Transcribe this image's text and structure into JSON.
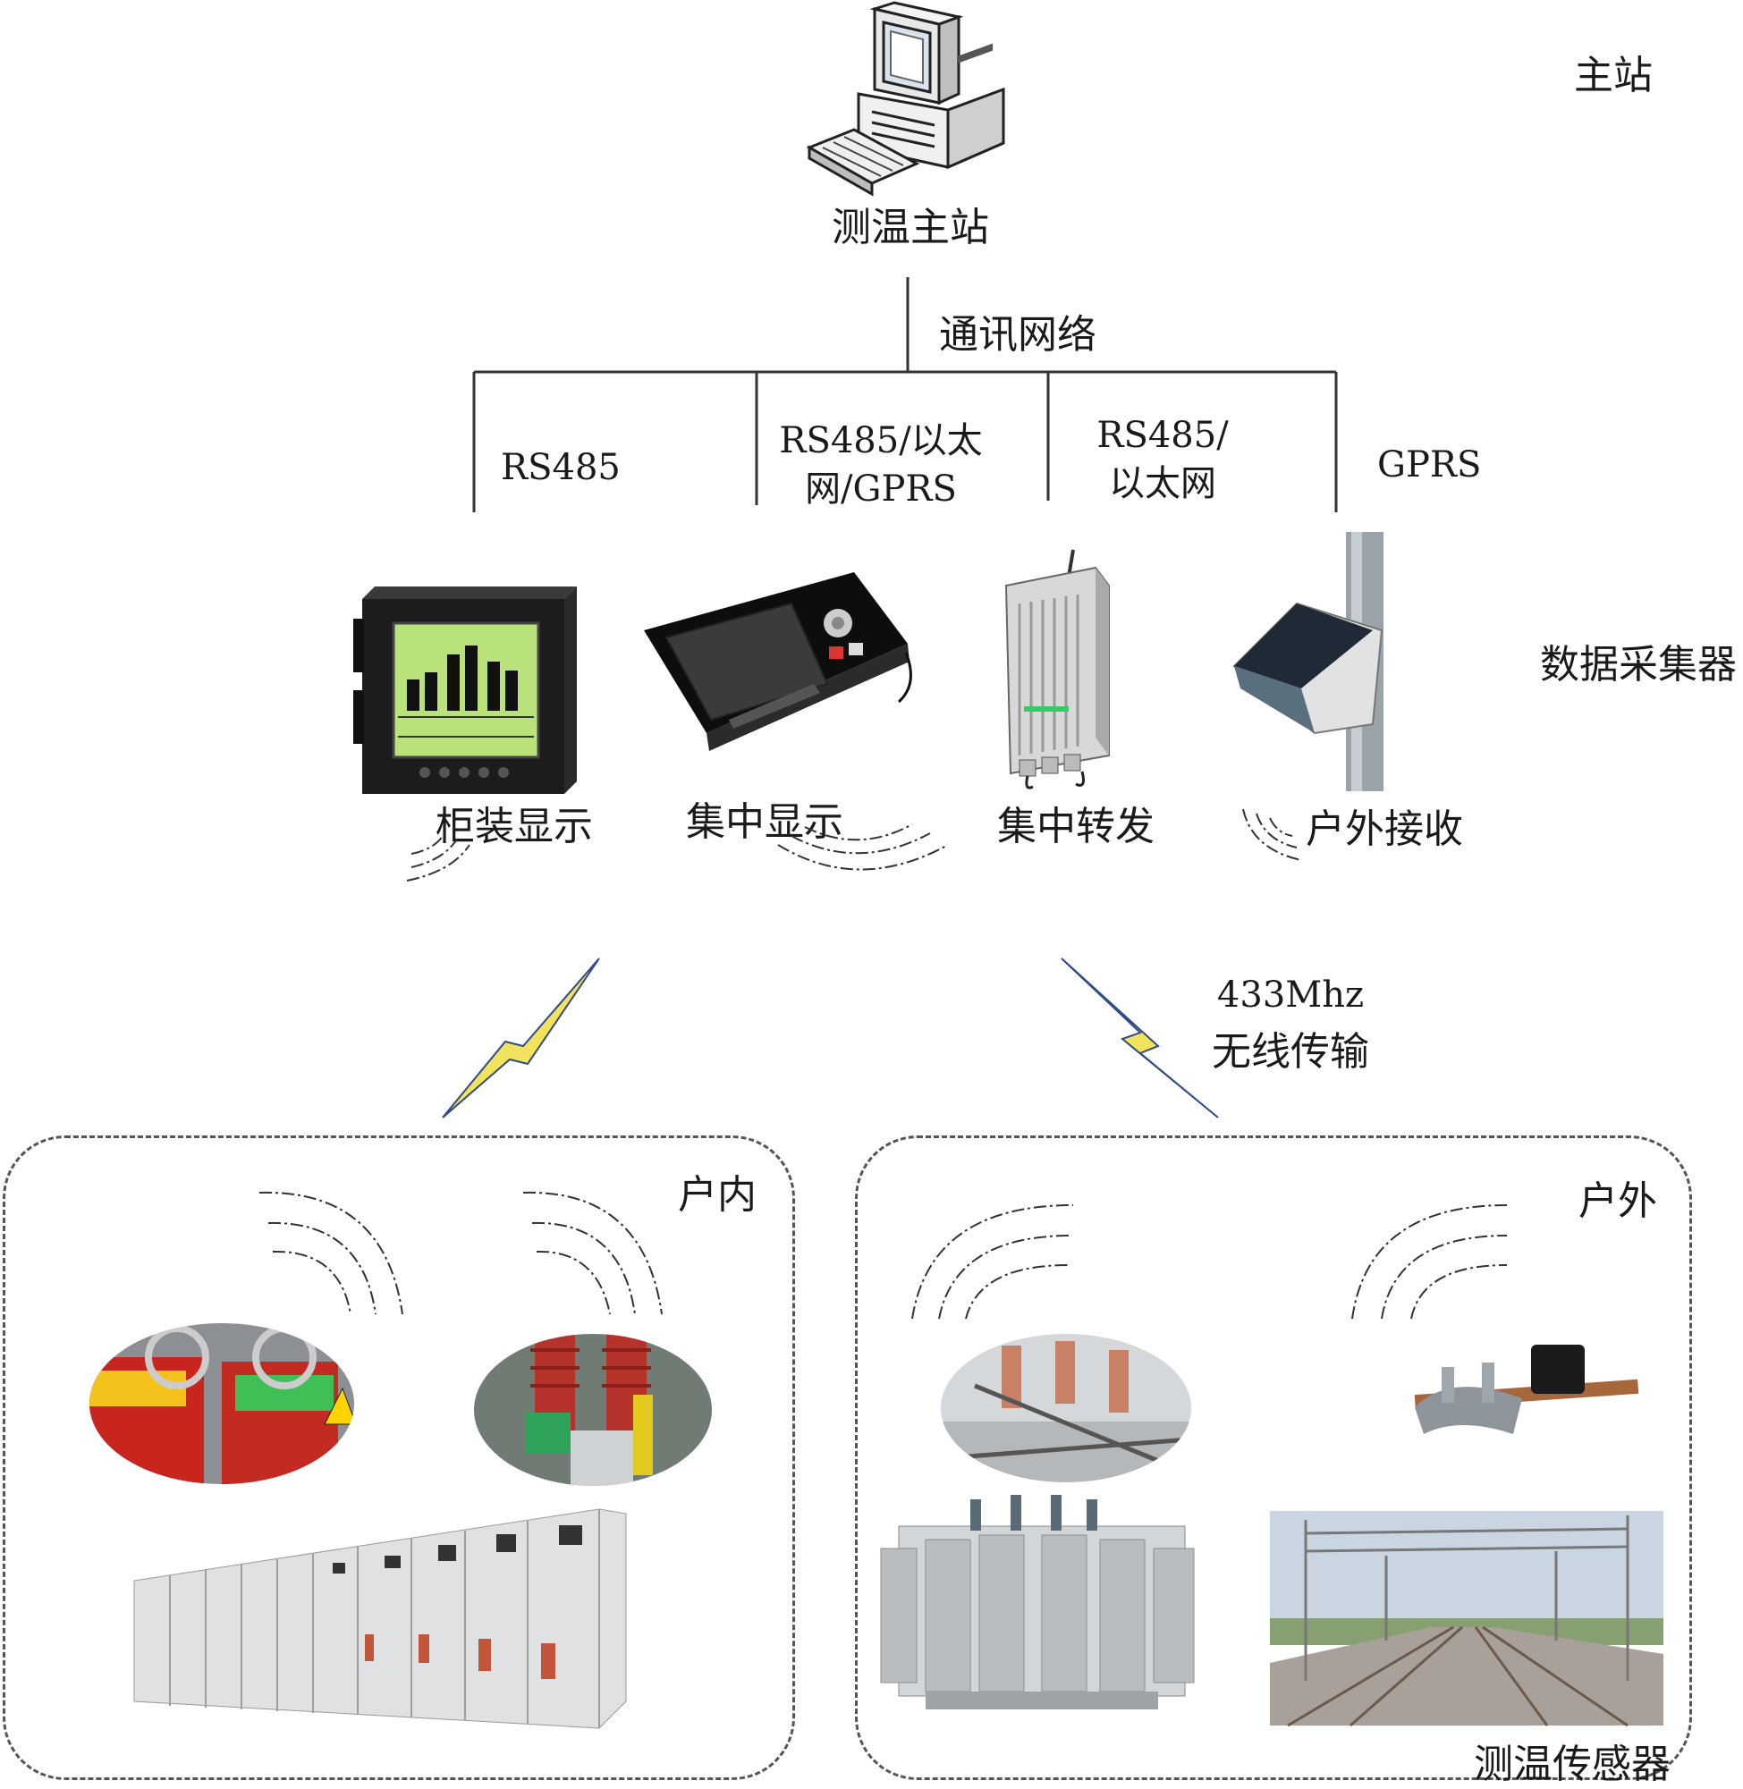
{
  "tiers": {
    "master": "主站",
    "collector": "数据采集器"
  },
  "master_station": {
    "label": "测温主站",
    "icon": "desktop-computer-icon"
  },
  "network": {
    "label": "通讯网络",
    "links": [
      "RS485",
      "RS485/以太\n网/GPRS",
      "RS485/\n以太网",
      "GPRS"
    ]
  },
  "collectors": [
    {
      "label": "柜装显示",
      "icon": "panel-display-icon"
    },
    {
      "label": "集中显示",
      "icon": "tablet-display-icon"
    },
    {
      "label": "集中转发",
      "icon": "outdoor-repeater-icon"
    },
    {
      "label": "户外接收",
      "icon": "pole-receiver-icon"
    }
  ],
  "wireless": {
    "label_line1": "433Mhz",
    "label_line2": "无线传输",
    "icon": "lightning-bolt-icon"
  },
  "zones": {
    "indoor": {
      "label": "户内",
      "items": [
        "busbar-sensor-photo",
        "breaker-sensor-photo",
        "switchgear-cabinets-photo"
      ]
    },
    "outdoor": {
      "label": "户外",
      "items": [
        "outdoor-switch-photo",
        "cable-clamp-sensor-photo",
        "transformer-photo",
        "railway-catenary-photo"
      ]
    }
  },
  "sensors_label": "测温传感器",
  "colors": {
    "line": "#333333",
    "bolt_fill": "#f2e35c",
    "bolt_line": "#2d4a8a",
    "box_border": "#555555"
  }
}
